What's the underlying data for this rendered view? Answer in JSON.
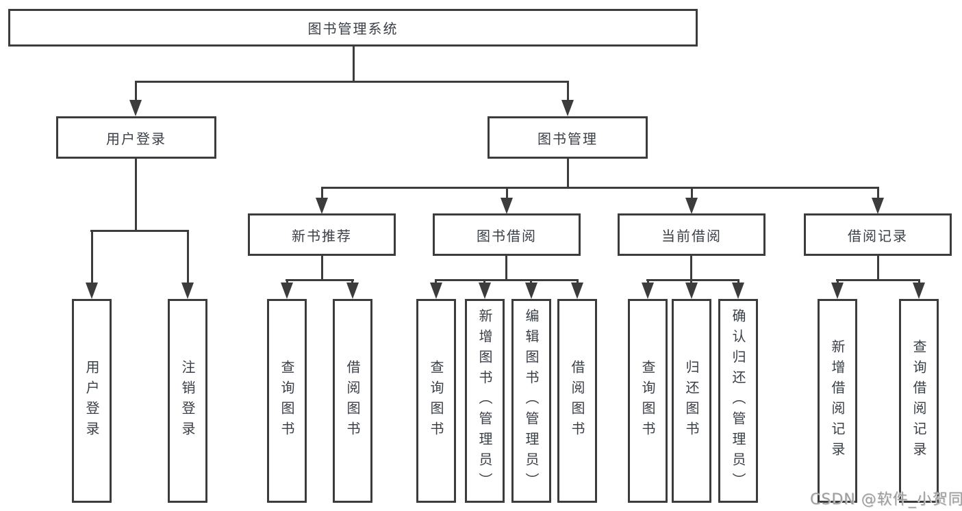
{
  "diagram": {
    "root": {
      "label": "图书管理系统"
    },
    "level2": [
      {
        "label": "用户登录"
      },
      {
        "label": "图书管理"
      }
    ],
    "level3": [
      {
        "label": "新书推荐"
      },
      {
        "label": "图书借阅"
      },
      {
        "label": "当前借阅"
      },
      {
        "label": "借阅记录"
      }
    ],
    "leaves": {
      "login": [
        "用户登录",
        "注销登录"
      ],
      "recommend": [
        "查询图书",
        "借阅图书"
      ],
      "borrow": [
        "查询图书",
        "新增图书（管理员）",
        "编辑图书（管理员）",
        "借阅图书"
      ],
      "current": [
        "查询图书",
        "归还图书",
        "确认归还（管理员）"
      ],
      "record": [
        "新增借阅记录",
        "查询借阅记录"
      ]
    }
  },
  "watermark": {
    "text": "CSDN @软件_小贺同学"
  },
  "colors": {
    "line": "#3c3c3c",
    "text": "#3a3f46",
    "watermark": "#9d9d9d",
    "background": "#ffffff"
  }
}
